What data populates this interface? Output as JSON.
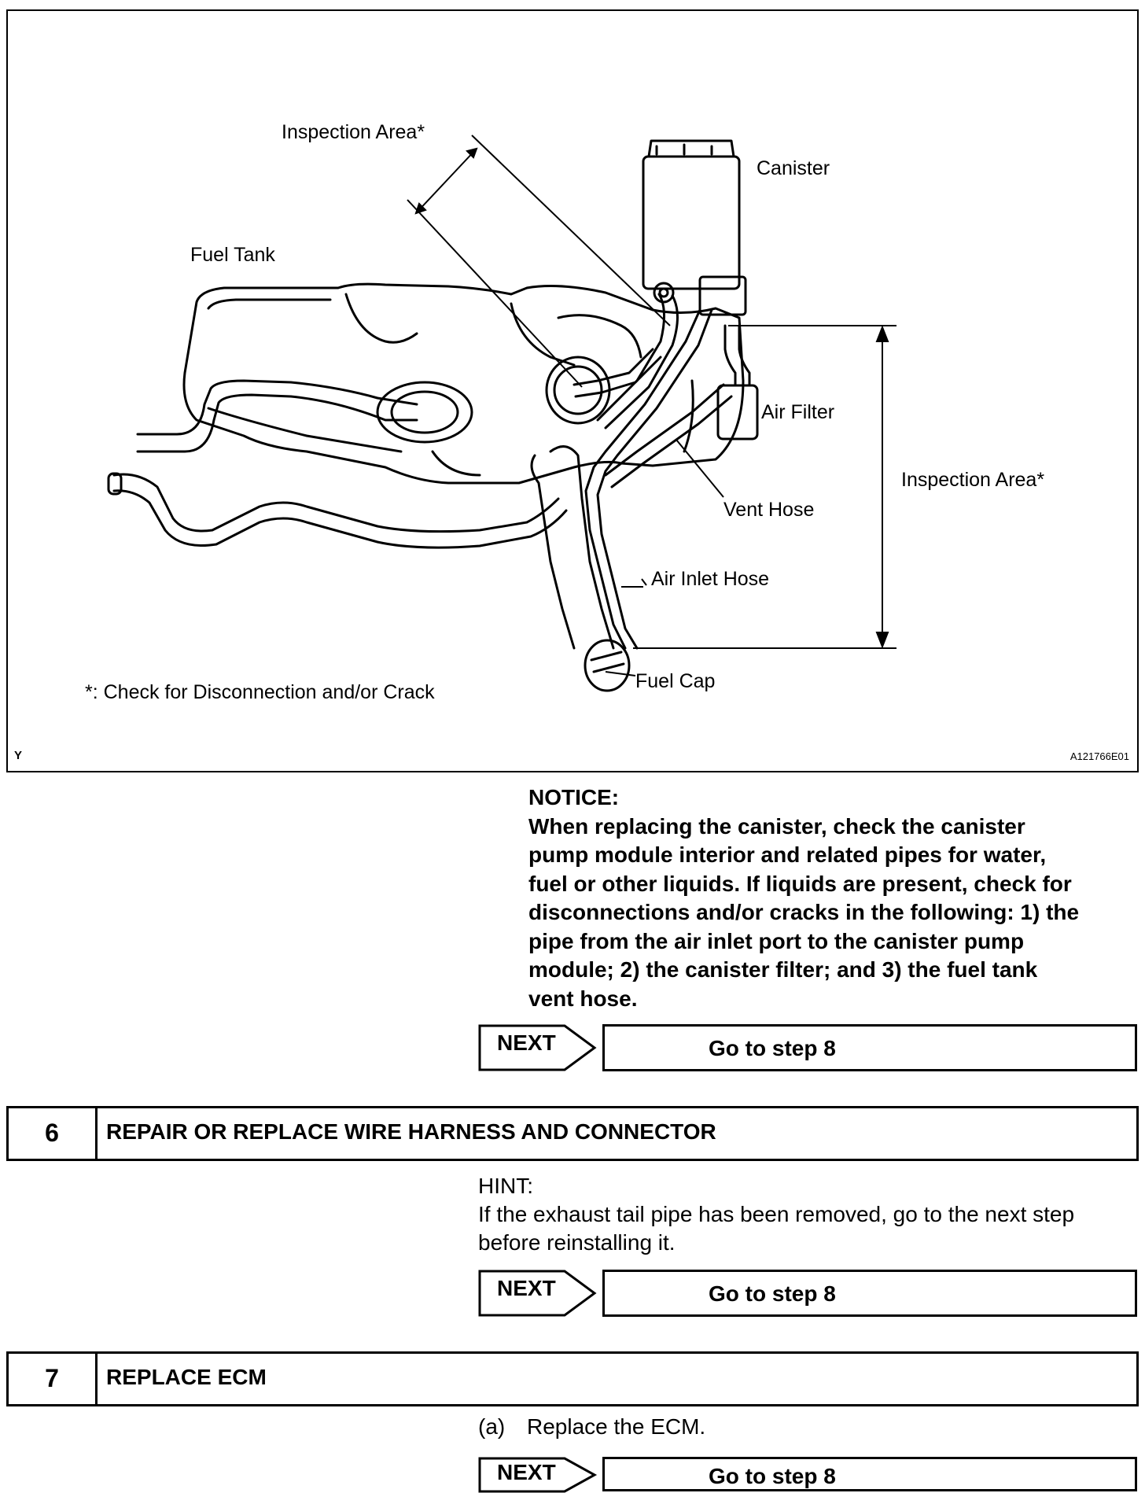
{
  "figure": {
    "labels": {
      "inspection_area_top": "Inspection Area*",
      "canister": "Canister",
      "fuel_tank": "Fuel Tank",
      "air_filter": "Air Filter",
      "inspection_area_right": "Inspection Area*",
      "vent_hose": "Vent Hose",
      "air_inlet_hose": "Air Inlet Hose",
      "fuel_cap": "Fuel Cap",
      "footnote": "*: Check for Disconnection and/or Crack"
    },
    "corner_left": "Y",
    "corner_right": "A121766E01"
  },
  "notice": {
    "heading": "NOTICE:",
    "lines": [
      "When replacing the canister, check the canister",
      "pump module interior and related pipes for water,",
      "fuel or other liquids. If liquids are present, check for",
      "disconnections and/or cracks in the following: 1) the",
      "pipe from the air inlet port to the canister pump",
      "module; 2) the canister filter; and 3) the fuel tank",
      "vent hose."
    ]
  },
  "next_buttons": [
    {
      "label": "NEXT",
      "action": "Go to step 8"
    },
    {
      "label": "NEXT",
      "action": "Go to step 8"
    },
    {
      "label": "NEXT",
      "action": "Go to step 8"
    }
  ],
  "step6": {
    "number": "6",
    "title": "REPAIR OR REPLACE WIRE HARNESS AND CONNECTOR",
    "hint_label": "HINT:",
    "hint_lines": [
      "If the exhaust tail pipe has been removed, go to the next step",
      "before reinstalling it."
    ]
  },
  "step7": {
    "number": "7",
    "title": "REPLACE ECM",
    "item_marker": "(a)",
    "item_text": "Replace the ECM."
  }
}
